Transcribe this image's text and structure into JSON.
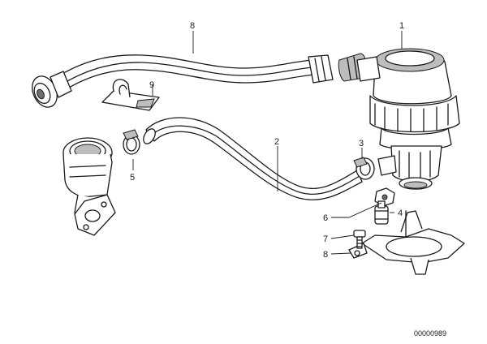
{
  "diagram": {
    "reference_number": "00000989",
    "callouts": {
      "air_pump": "1",
      "hose_middle": "2",
      "clamp_right": "3",
      "nut_4": "4",
      "clamp_left": "5",
      "nut_6": "6",
      "bolt_7": "7",
      "hose_upper": "8",
      "holder_9": "9",
      "bracket_8": "8"
    }
  }
}
